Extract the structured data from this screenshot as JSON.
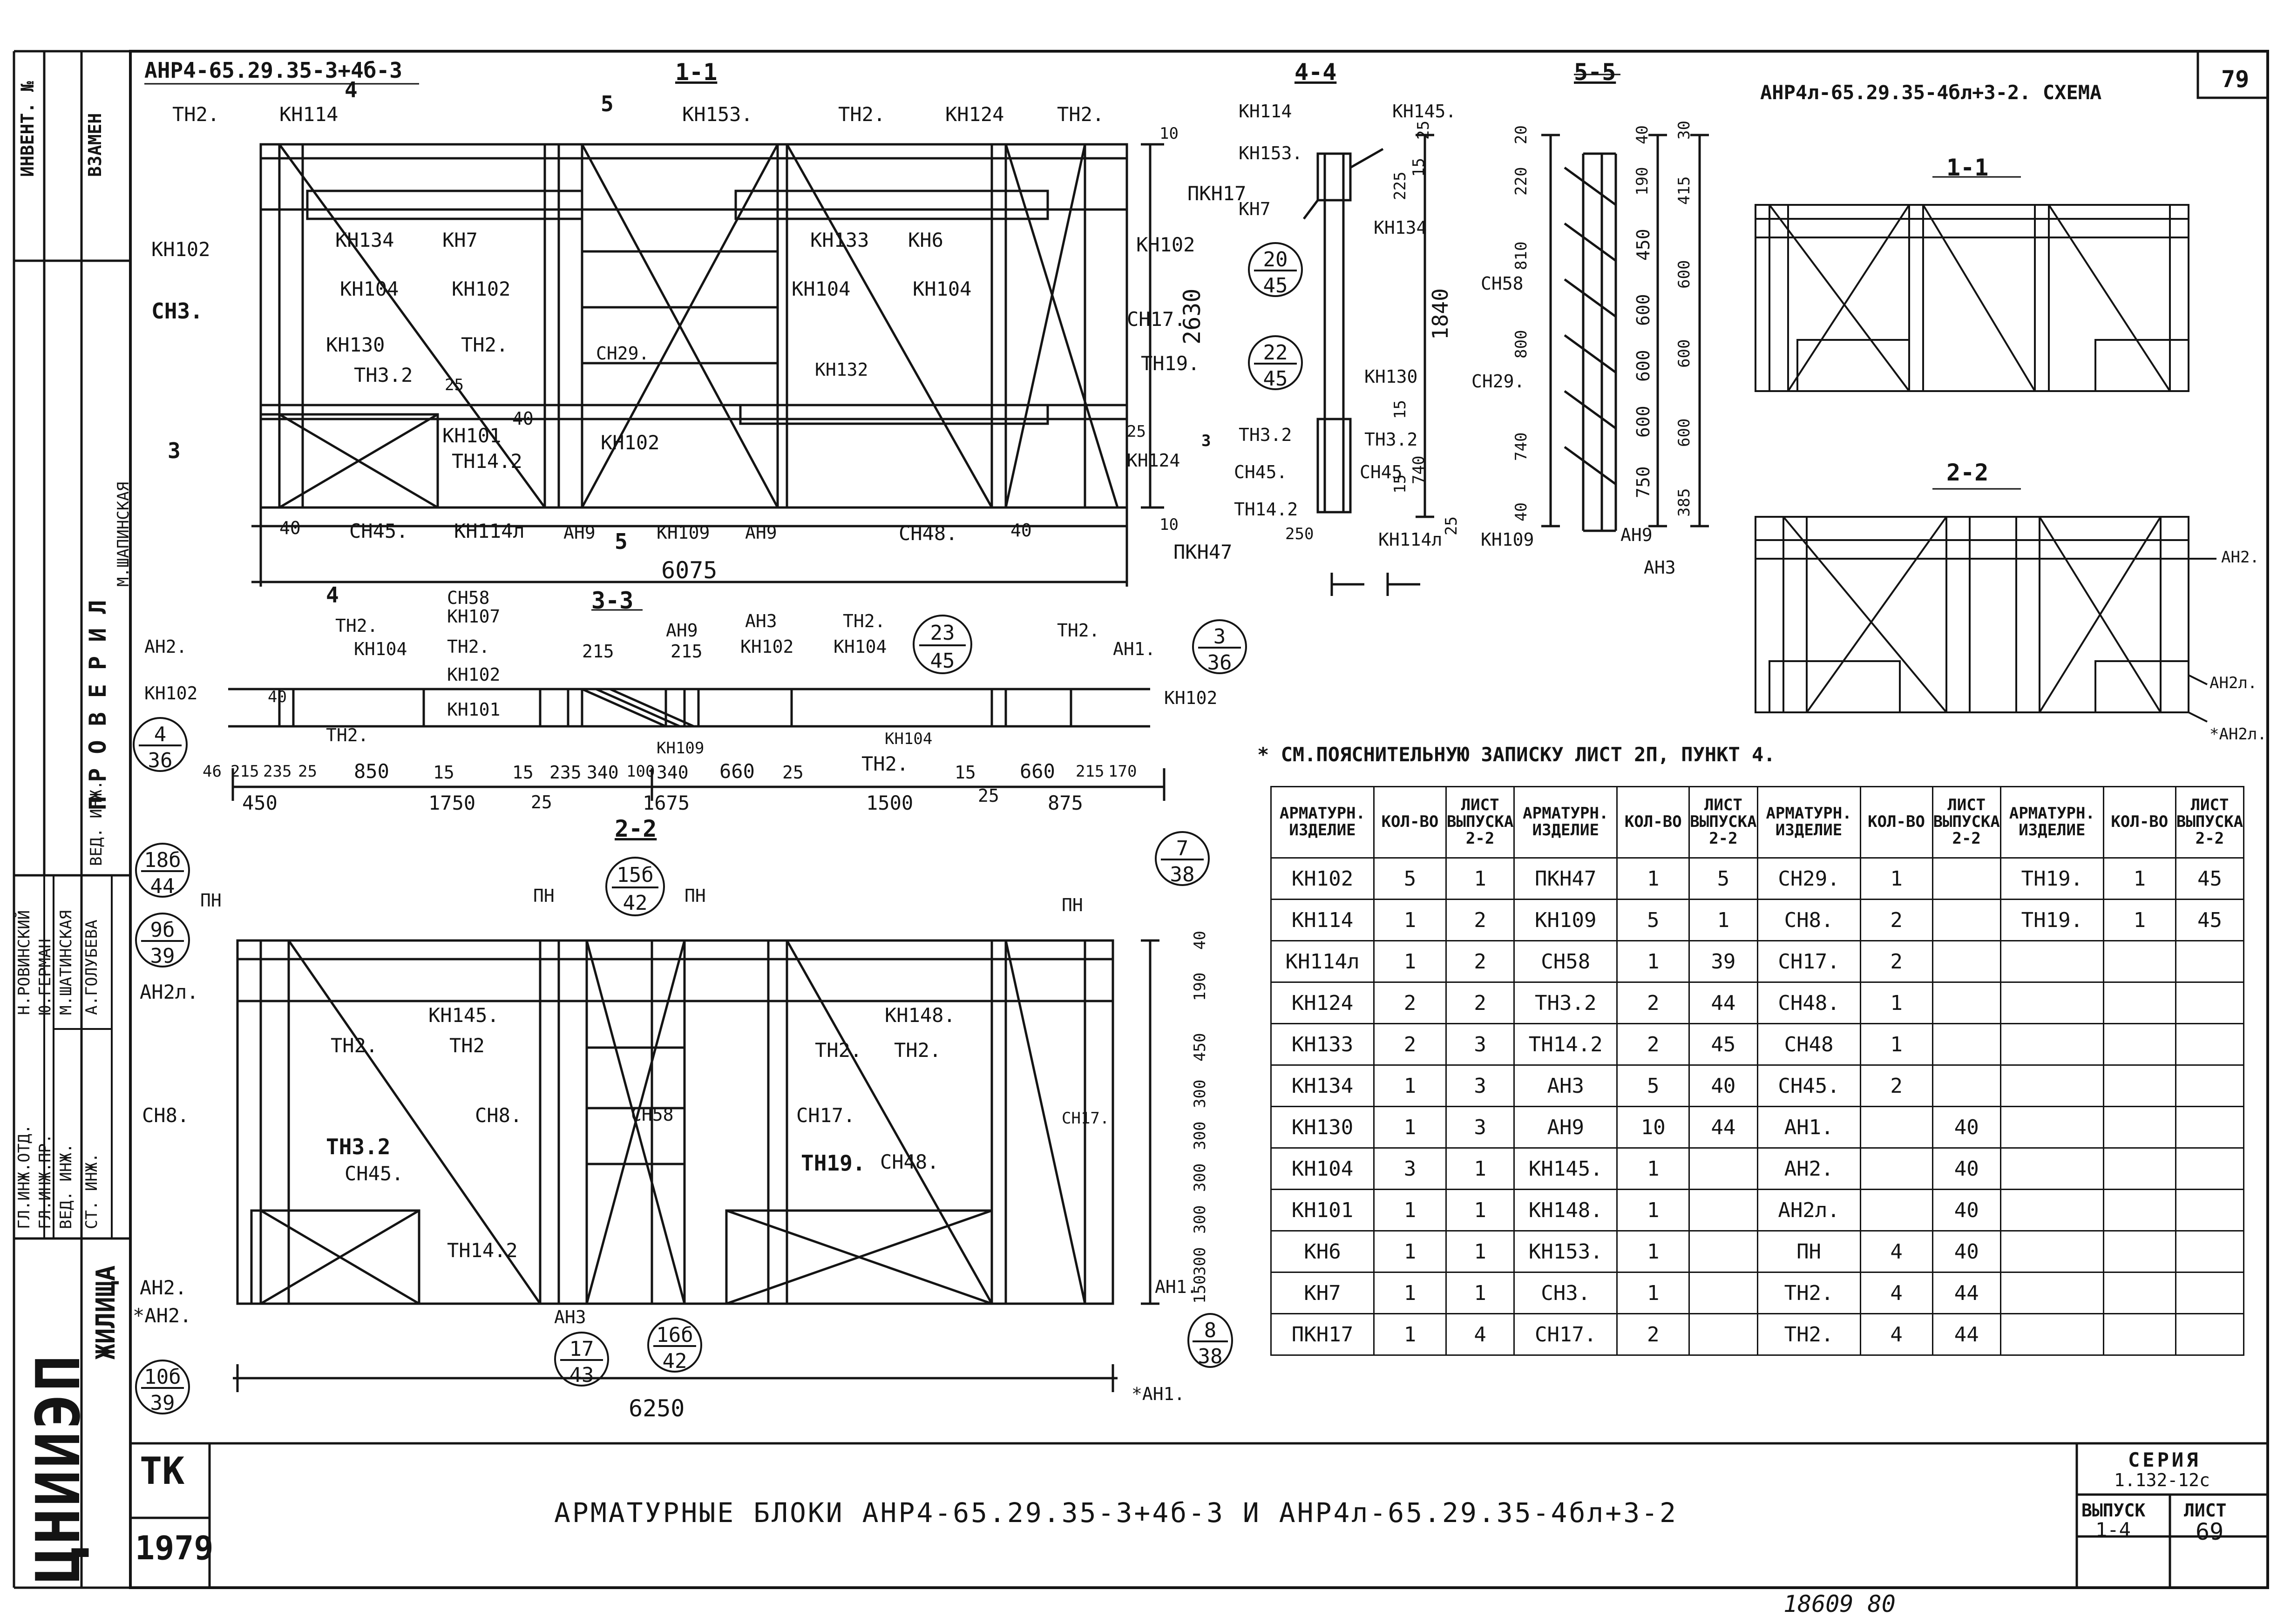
{
  "sheet": {
    "top_left_code": "АНР4-65.29.35-3+4б-3",
    "top_right_schema": "АНР4л-65.29.35-4бл+3-2. СХЕМА",
    "sheet_number_top": "79",
    "note": "* СМ.ПОЯСНИТЕЛЬНУЮ ЗАПИСКУ  ЛИСТ 2П, ПУНКТ 4.",
    "bottom_numbers": "18609      80"
  },
  "left_strip": {
    "invent": "ИНВЕНТ. №",
    "vzamen": "ВЗАМЕН",
    "proveril": "П Р О В Е Р И Л",
    "roles": [
      "ГЛ.ИНЖ.ОТД.",
      "ГЛ.ИНЖ.ПР.",
      "ВЕД. ИНЖ.",
      "СТ. ИНЖ."
    ],
    "names": [
      "Н.РОВИНСКИЙ",
      "Ю.ГЕРМАН",
      "М.ШАТИНСКАЯ",
      "А.ГОЛУБЕВА"
    ],
    "extra_role": "ВЕД. ИНЖ.",
    "extra_name": "М.ШАПИНСКАЯ",
    "org": "ЦНИИЭП",
    "org2": "ЖИЛИЩА"
  },
  "title_block": {
    "tk": "ТК",
    "year": "1979",
    "title": "АРМАТУРНЫЕ  БЛОКИ  АНР4-65.29.35-3+4б-3  И  АНР4л-65.29.35-4бл+3-2",
    "seria_label": "СЕРИЯ",
    "seria_value": "1.132-12с",
    "vypusk_label": "ВЫПУСК",
    "vypusk_value": "1-4",
    "list_label": "ЛИСТ",
    "list_value": "69"
  },
  "section_labels": [
    "1-1",
    "4-4",
    "5-5",
    "3-3",
    "2-2",
    "1-1",
    "2-2"
  ],
  "elevation_top": {
    "labels": [
      "ТН2.",
      "КН114",
      "КН153.",
      "ТН2.",
      "КН124",
      "ТН2.",
      "КН102",
      "СН3.",
      "КН134",
      "КН7",
      "КН133",
      "КН6",
      "КН104",
      "КН102",
      "КН104",
      "КН104",
      "КН102",
      "СН17.",
      "КН130",
      "ТН2.",
      "СН29.",
      "КН132",
      "ТН19.",
      "ТН3.2",
      "КН101",
      "ТН14.2",
      "КН102",
      "КН124",
      "ПКН17",
      "ПКН47",
      "СН45.",
      "КН114л",
      "АН9",
      "КН109",
      "АН9",
      "СН48."
    ],
    "dims": [
      "40",
      "40",
      "40",
      "10",
      "10",
      "6075",
      "2630",
      "25",
      "25",
      "5",
      "5",
      "4",
      "4",
      "3",
      "3"
    ]
  },
  "section_4_4": {
    "labels": [
      "КН114",
      "КН145.",
      "КН153.",
      "КН7",
      "КН134",
      "КН130",
      "ТН3.2",
      "ТН3.2",
      "СН45.",
      "СН45",
      "ТН14.2",
      "КН114л",
      "КН109"
    ],
    "dims": [
      "1840",
      "225",
      "15",
      "25",
      "740",
      "15",
      "15",
      "25",
      "250"
    ]
  },
  "section_5_5": {
    "labels": [
      "СН58",
      "СН29.",
      "АН9",
      "АН3"
    ],
    "dims": [
      "20",
      "220",
      "810",
      "800",
      "740",
      "40",
      "40",
      "190",
      "450",
      "600",
      "600",
      "600",
      "750",
      "30",
      "415",
      "600",
      "600",
      "600",
      "385"
    ]
  },
  "plan_3_3": {
    "labels": [
      "АН2.",
      "ТН2.",
      "КН104",
      "КН102",
      "ТН2.",
      "СН58",
      "КН107",
      "ТН2.",
      "КН102",
      "КН101",
      "АН9",
      "АН3",
      "ТН2.",
      "КН102",
      "КН104",
      "КН109",
      "КН104",
      "ТН2.",
      "ТН2.",
      "АН1.",
      "КН102"
    ],
    "dims": [
      "46",
      "215",
      "235",
      "25",
      "850",
      "15",
      "15",
      "235",
      "340",
      "100",
      "340",
      "660",
      "25",
      "15",
      "25",
      "660",
      "215",
      "170",
      "450",
      "1750",
      "25",
      "1675",
      "1500",
      "875",
      "40",
      "215",
      "215"
    ]
  },
  "elevation_bottom": {
    "labels": [
      "ПН",
      "ПН",
      "ПН",
      "ПН",
      "АН2л.",
      "КН145.",
      "КН148.",
      "ТН2.",
      "ТН2",
      "ТН2.",
      "ТН2.",
      "СН8.",
      "СН8.",
      "СН58",
      "СН17.",
      "СН17.",
      "ТН3.2",
      "СН45.",
      "ТН19.",
      "СН48.",
      "ТН14.2",
      "АН2.",
      "*АН2.",
      "АН3",
      "АН1.",
      "*АН1."
    ],
    "dims": [
      "6250",
      "40",
      "190",
      "450",
      "300",
      "300",
      "300",
      "300",
      "300",
      "150"
    ]
  },
  "schema": {
    "labels": [
      "АН2.",
      "АН2л.",
      "*АН2л."
    ]
  },
  "circles": [
    {
      "top": "20",
      "bottom": "45"
    },
    {
      "top": "22",
      "bottom": "45"
    },
    {
      "top": "4",
      "bottom": "36"
    },
    {
      "top": "23",
      "bottom": "45"
    },
    {
      "top": "3",
      "bottom": "36"
    },
    {
      "top": "18б",
      "bottom": "44"
    },
    {
      "top": "9б",
      "bottom": "39"
    },
    {
      "top": "15б",
      "bottom": "42"
    },
    {
      "top": "7",
      "bottom": "38"
    },
    {
      "top": "17",
      "bottom": "43"
    },
    {
      "top": "16б",
      "bottom": "42"
    },
    {
      "top": "8",
      "bottom": "38"
    },
    {
      "top": "10б",
      "bottom": "39"
    }
  ],
  "spec_table": {
    "headers": [
      "АРМАТУРН. ИЗДЕЛИЕ",
      "КОЛ-ВО",
      "ЛИСТ ВЫПУСКА 2-2",
      "АРМАТУРН. ИЗДЕЛИЕ",
      "КОЛ-ВО",
      "ЛИСТ ВЫПУСКА 2-2",
      "АРМАТУРН. ИЗДЕЛИЕ",
      "КОЛ-ВО",
      "ЛИСТ ВЫПУСКА 2-2",
      "АРМАТУРН. ИЗДЕЛИЕ",
      "КОЛ-ВО",
      "ЛИСТ ВЫПУСКА 2-2"
    ],
    "rows": [
      [
        "КН102",
        "5",
        "1",
        "ПКН47",
        "1",
        "5",
        "СН29.",
        "1",
        "",
        "ТН19.",
        "1",
        "45"
      ],
      [
        "КН114",
        "1",
        "2",
        "КН109",
        "5",
        "1",
        "СН8.",
        "2",
        "",
        "ТН19.",
        "1",
        "45"
      ],
      [
        "КН114л",
        "1",
        "2",
        "СН58",
        "1",
        "39",
        "СН17.",
        "2",
        "",
        "",
        "",
        ""
      ],
      [
        "КН124",
        "2",
        "2",
        "ТН3.2",
        "2",
        "44",
        "СН48.",
        "1",
        "",
        "",
        "",
        ""
      ],
      [
        "КН133",
        "2",
        "3",
        "ТН14.2",
        "2",
        "45",
        "СН48",
        "1",
        "",
        "",
        "",
        ""
      ],
      [
        "КН134",
        "1",
        "3",
        "АН3",
        "5",
        "40",
        "СН45.",
        "2",
        "",
        "",
        "",
        ""
      ],
      [
        "КН130",
        "1",
        "3",
        "АН9",
        "10",
        "44",
        "АН1.",
        "",
        "40",
        "",
        "",
        ""
      ],
      [
        "КН104",
        "3",
        "1",
        "КН145.",
        "1",
        "",
        "АН2.",
        "",
        "40",
        "",
        "",
        ""
      ],
      [
        "КН101",
        "1",
        "1",
        "КН148.",
        "1",
        "",
        "АН2л.",
        "",
        "40",
        "",
        "",
        ""
      ],
      [
        "КН6",
        "1",
        "1",
        "КН153.",
        "1",
        "",
        "ПН",
        "4",
        "40",
        "",
        "",
        ""
      ],
      [
        "КН7",
        "1",
        "1",
        "СН3.",
        "1",
        "",
        "ТН2.",
        "4",
        "44",
        "",
        "",
        ""
      ],
      [
        "ПКН17",
        "1",
        "4",
        "СН17.",
        "2",
        "",
        "ТН2.",
        "4",
        "44",
        "",
        "",
        ""
      ]
    ]
  }
}
